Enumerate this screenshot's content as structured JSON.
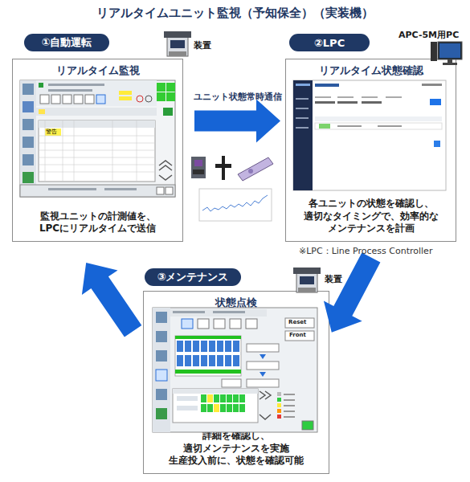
{
  "diagram": {
    "title": "リアルタイムユニット監視（予知保全）（実装機）",
    "nodes": [
      {
        "text": [
          "①自動運転"
        ]
      },
      {
        "text": [
          "リアルタイム監視",
          "監視ユニットの計測値を、 LPCにリアルタイムで送信"
        ]
      },
      {
        "text": [
          "②LPC"
        ]
      },
      {
        "text": [
          "リアルタイム状態確認",
          "各ユニットの状態を確認し、 適切なタイミングで、効率的な メンテナンスを計画"
        ]
      },
      {
        "text": [
          "③メンテナンス"
        ]
      },
      {
        "text": [
          "状態点検",
          "詳細を確認し、 適切メンテナンスを実施 生産投入前に、状態を確認可能"
        ]
      }
    ],
    "edges": [
      {
        "from": 1,
        "to": 3,
        "arrow": "to",
        "label": "ユニット状態常時通信"
      },
      {
        "from": 3,
        "to": 5,
        "arrow": "to"
      },
      {
        "from": 5,
        "to": 1,
        "arrow": "to"
      }
    ],
    "labels": [
      "装置",
      "APC-5M用PC",
      "※LPC：Line Process Controller",
      "装置",
      "警告",
      "Reset",
      "Front"
    ]
  }
}
